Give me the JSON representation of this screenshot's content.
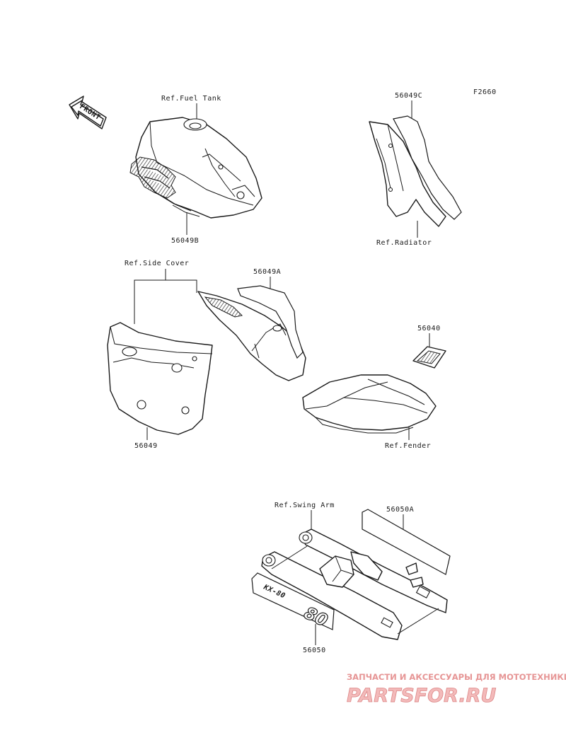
{
  "figure_code": "F2660",
  "front_indicator": "FRONT",
  "labels": {
    "ref_fuel_tank": "Ref.Fuel Tank",
    "part_56049b": "56049B",
    "part_56049c": "56049C",
    "ref_radiator": "Ref.Radiator",
    "ref_side_cover": "Ref.Side Cover",
    "part_56049a": "56049A",
    "part_56040": "56040",
    "part_56049": "56049",
    "ref_fender": "Ref.Fender",
    "ref_swing_arm": "Ref.Swing Arm",
    "part_56050a": "56050A",
    "part_56050": "56050"
  },
  "decal_text": {
    "model_script": "KX-80",
    "model_number": "80"
  },
  "watermark": {
    "tagline": "ЗАПЧАСТИ И АКСЕССУАРЫ ДЛЯ МОТОТЕХНИКИ",
    "logo": "PARTSFOR.RU"
  },
  "colors": {
    "line": "#1a1a1a",
    "watermark": "#e48a8a"
  }
}
